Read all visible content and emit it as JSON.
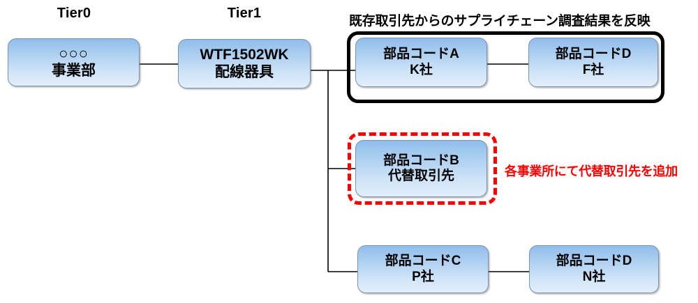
{
  "diagram": {
    "title_caption": "既存取引先からのサプライチェーン調査結果を反映",
    "annotation": "各事業所にて代替取引先を追加",
    "tiers": [
      {
        "id": "tier0",
        "label": "Tier0"
      },
      {
        "id": "tier1",
        "label": "Tier1"
      }
    ],
    "nodes": {
      "tier0_division": {
        "line1": "○○○",
        "line2": "事業部"
      },
      "tier1_product": {
        "line1": "WTF1502WK",
        "line2": "配線器具"
      },
      "part_a": {
        "line1": "部品コードA",
        "line2": "K社"
      },
      "part_d_f": {
        "line1": "部品コードD",
        "line2": "F社"
      },
      "part_b": {
        "line1": "部品コードB",
        "line2": "代替取引先"
      },
      "part_c": {
        "line1": "部品コードC",
        "line2": "P社"
      },
      "part_d_n": {
        "line1": "部品コードD",
        "line2": "N社"
      }
    },
    "colors": {
      "node_fill_top": "#90bdec",
      "node_fill_bottom": "#e3eefb",
      "node_border": "#7893b0",
      "connector": "#000000",
      "emphasis_existing": "#000000",
      "emphasis_alternative": "#ff0000",
      "annotation_text": "#ff0000"
    }
  }
}
